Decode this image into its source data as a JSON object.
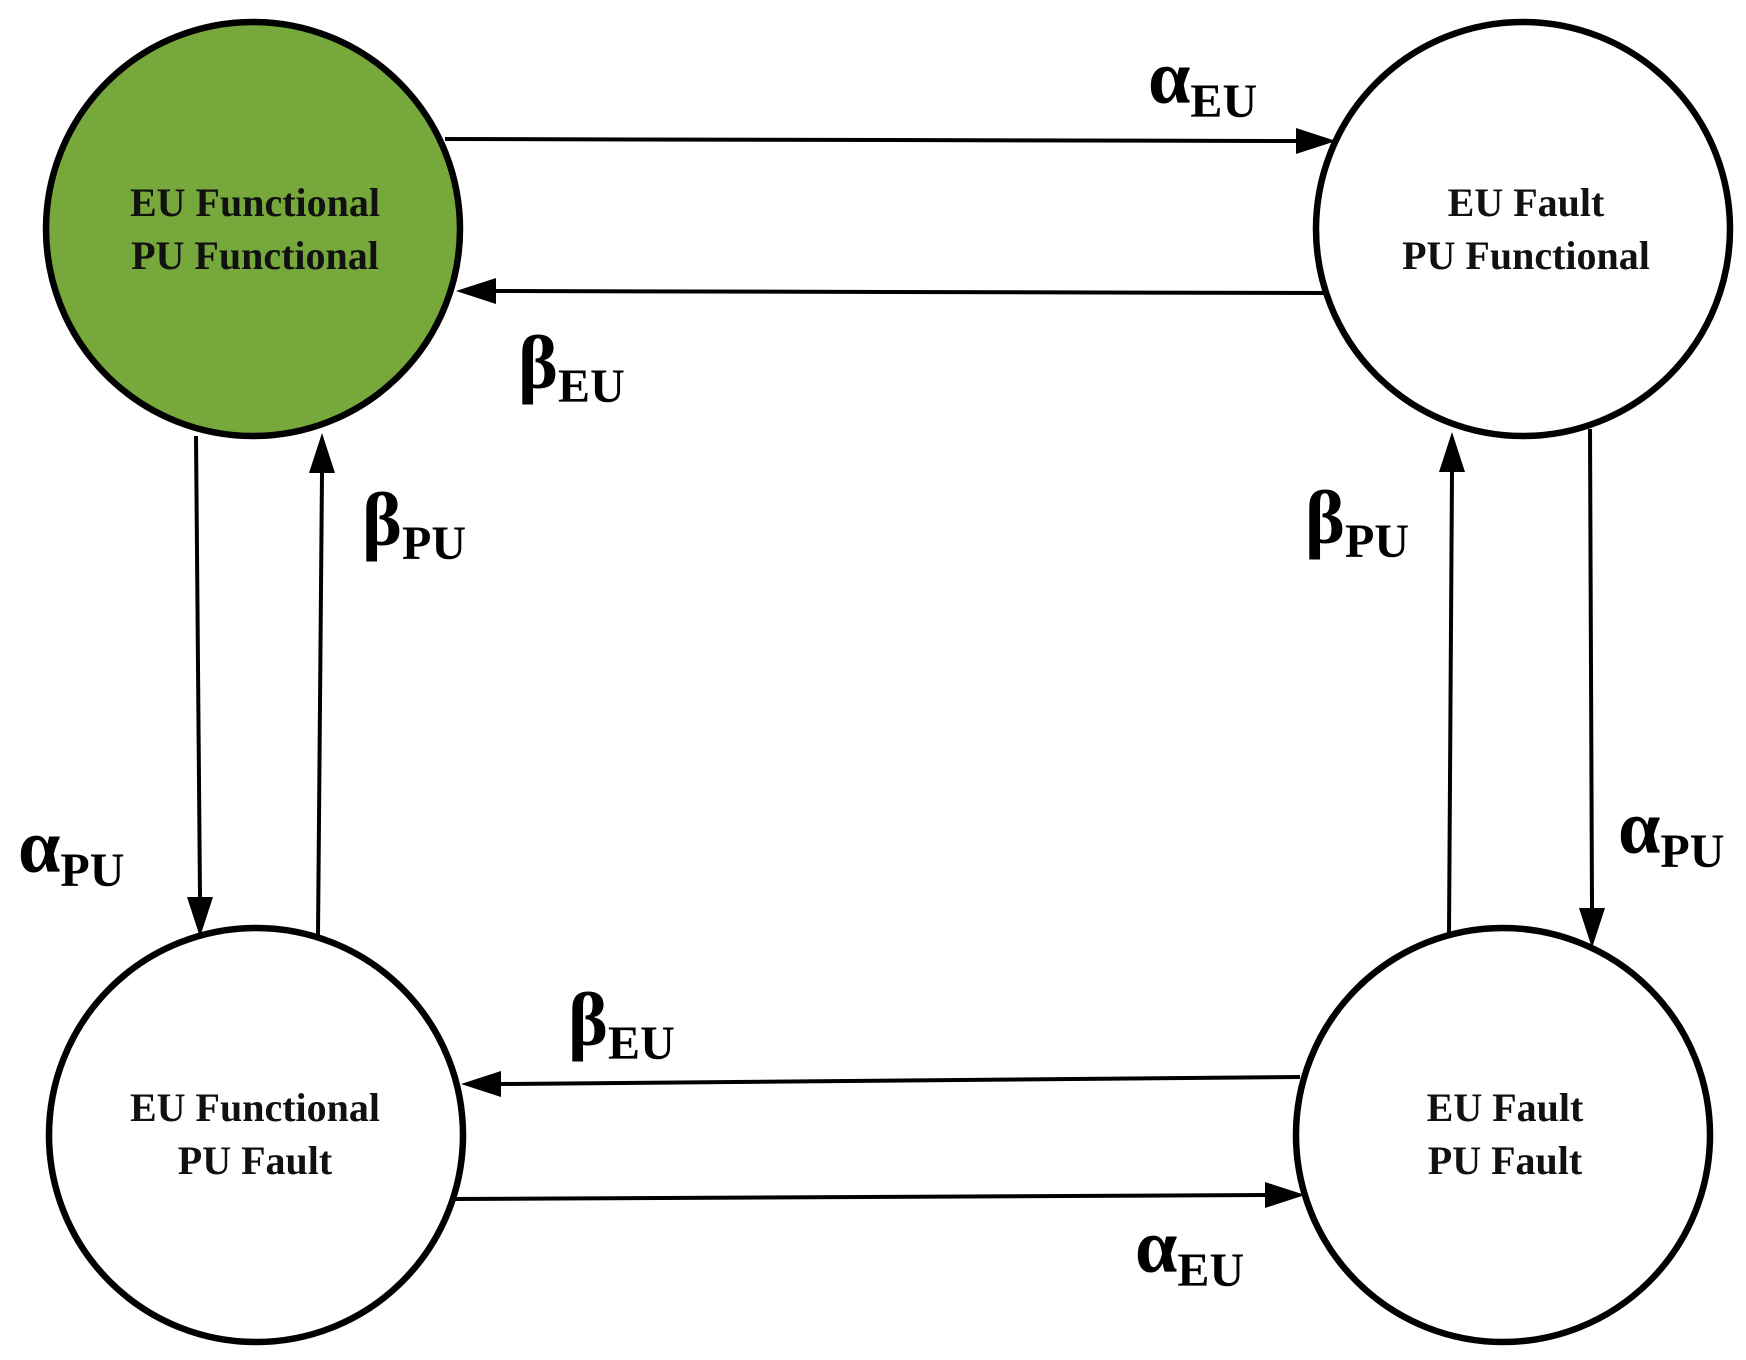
{
  "states": {
    "eu_functional_pu_functional": {
      "line1": "EU Functional",
      "line2": "PU Functional",
      "fill": "#77A83B"
    },
    "eu_fault_pu_functional": {
      "line1": "EU Fault",
      "line2": "PU Functional",
      "fill": "#FFFFFF"
    },
    "eu_functional_pu_fault": {
      "line1": "EU Functional",
      "line2": "PU Fault",
      "fill": "#FFFFFF"
    },
    "eu_fault_pu_fault": {
      "line1": "EU Fault",
      "line2": "PU Fault",
      "fill": "#FFFFFF"
    }
  },
  "transitions": {
    "top_alpha_eu": {
      "symbol": "α",
      "sub": "EU"
    },
    "top_beta_eu": {
      "symbol": "β",
      "sub": "EU"
    },
    "left_alpha_pu": {
      "symbol": "α",
      "sub": "PU"
    },
    "left_beta_pu": {
      "symbol": "β",
      "sub": "PU"
    },
    "right_beta_pu": {
      "symbol": "β",
      "sub": "PU"
    },
    "right_alpha_pu": {
      "symbol": "α",
      "sub": "PU"
    },
    "bottom_beta_eu": {
      "symbol": "β",
      "sub": "EU"
    },
    "bottom_alpha_eu": {
      "symbol": "α",
      "sub": "EU"
    }
  }
}
